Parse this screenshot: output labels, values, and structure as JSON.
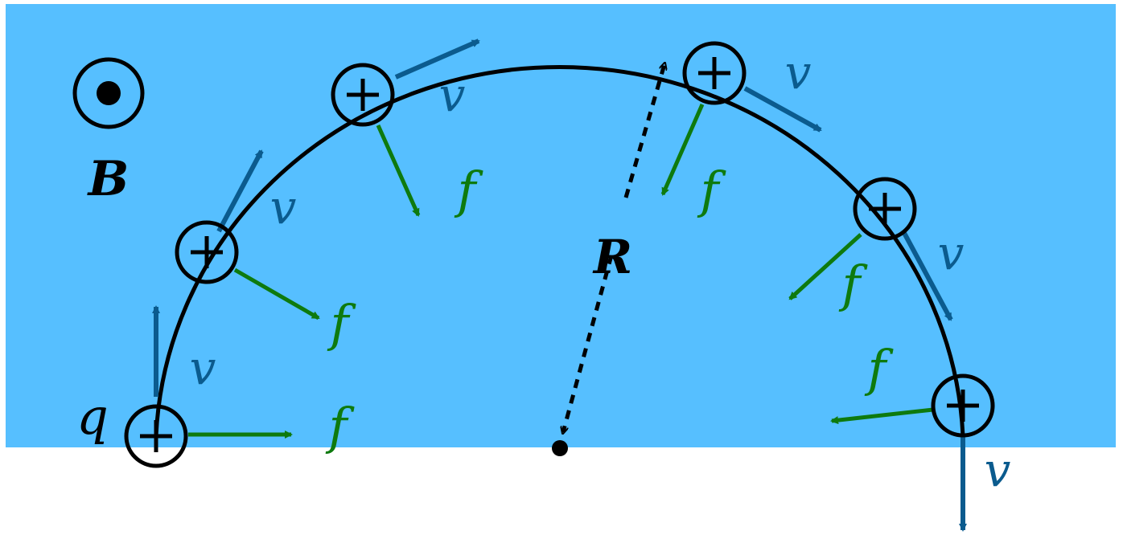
{
  "field": {
    "label": "B",
    "symbol": "out-of-page-dot-icon"
  },
  "charge": {
    "label": "q",
    "sign": "+"
  },
  "radius": {
    "label": "R"
  },
  "velocity_label": "v",
  "force_label": "f",
  "colors": {
    "field_region": "#56BFFF",
    "velocity": "#0B5B8E",
    "force": "#0E7A0E",
    "path": "#000000"
  }
}
